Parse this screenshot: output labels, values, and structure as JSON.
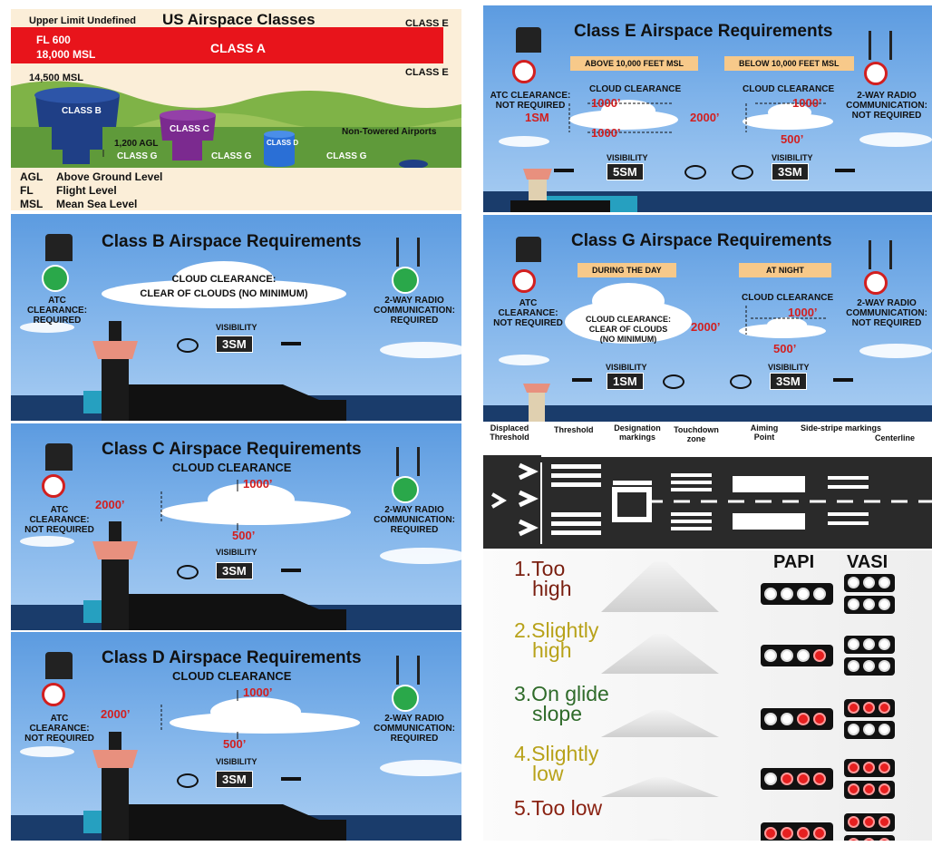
{
  "overview": {
    "title": "US Airspace Classes",
    "upper_limit": "Upper Limit Undefined",
    "class_e_top": "CLASS E",
    "class_e_mid": "CLASS E",
    "fl600": "FL 600",
    "msl18000": "18,000 MSL",
    "class_a": "CLASS A",
    "msl14500": "14,500 MSL",
    "class_b": "CLASS B",
    "class_c": "CLASS C",
    "class_d": "CLASS D",
    "class_g1": "CLASS G",
    "class_g2": "CLASS G",
    "class_g3": "CLASS G",
    "agl1200": "1,200 AGL",
    "non_towered": "Non-Towered Airports",
    "legend": [
      {
        "abbr": "AGL",
        "text": "Above Ground Level"
      },
      {
        "abbr": "FL",
        "text": "Flight Level"
      },
      {
        "abbr": "MSL",
        "text": "Mean Sea Level"
      }
    ]
  },
  "class_b": {
    "title": "Class B Airspace Requirements",
    "cloud_line1": "CLOUD CLEARANCE:",
    "cloud_line2": "CLEAR OF CLOUDS (NO MINIMUM)",
    "atc": [
      "ATC",
      "CLEARANCE:",
      "REQUIRED"
    ],
    "radio": [
      "2-WAY RADIO",
      "COMMUNICATION:",
      "REQUIRED"
    ],
    "visibility_label": "VISIBILITY",
    "visibility": "3SM"
  },
  "class_c": {
    "title": "Class C Airspace Requirements",
    "cloud_clearance": "CLOUD CLEARANCE",
    "above": "1000’",
    "below": "500’",
    "horizontal": "2000’",
    "atc": [
      "ATC",
      "CLEARANCE:",
      "NOT REQUIRED"
    ],
    "radio": [
      "2-WAY RADIO",
      "COMMUNICATION:",
      "REQUIRED"
    ],
    "visibility_label": "VISIBILITY",
    "visibility": "3SM"
  },
  "class_d": {
    "title": "Class D Airspace Requirements",
    "cloud_clearance": "CLOUD CLEARANCE",
    "above": "1000’",
    "below": "500’",
    "horizontal": "2000’",
    "atc": [
      "ATC",
      "CLEARANCE:",
      "NOT REQUIRED"
    ],
    "radio": [
      "2-WAY RADIO",
      "COMMUNICATION:",
      "REQUIRED"
    ],
    "visibility_label": "VISIBILITY",
    "visibility": "3SM"
  },
  "class_e": {
    "title": "Class E Airspace Requirements",
    "above_tag": "ABOVE 10,000 FEET MSL",
    "below_tag": "BELOW 10,000 FEET MSL",
    "cloud_clearance_left": "CLOUD CLEARANCE",
    "cloud_clearance_right": "CLOUD CLEARANCE",
    "left_above": "1000’",
    "left_below": "1000’",
    "left_horizontal": "1SM",
    "right_above": "1000’",
    "right_below": "500’",
    "right_horizontal": "2000’",
    "atc": [
      "ATC CLEARANCE:",
      "NOT REQUIRED"
    ],
    "radio": [
      "2-WAY RADIO",
      "COMMUNICATION:",
      "NOT REQUIRED"
    ],
    "visibility_label_left": "VISIBILITY",
    "visibility_left": "5SM",
    "visibility_label_right": "VISIBILITY",
    "visibility_right": "3SM"
  },
  "class_g": {
    "title": "Class G Airspace Requirements",
    "day_tag": "DURING THE DAY",
    "night_tag": "AT NIGHT",
    "day_cloud": [
      "CLOUD CLEARANCE:",
      "CLEAR OF CLOUDS",
      "(NO MINIMUM)"
    ],
    "cloud_clearance_right": "CLOUD CLEARANCE",
    "right_above": "1000’",
    "right_below": "500’",
    "right_horizontal": "2000’",
    "atc": [
      "ATC",
      "CLEARANCE:",
      "NOT REQUIRED"
    ],
    "radio": [
      "2-WAY RADIO",
      "COMMUNICATION:",
      "NOT REQUIRED"
    ],
    "visibility_label_left": "VISIBILITY",
    "visibility_left": "1SM",
    "visibility_label_right": "VISIBILITY",
    "visibility_right": "3SM"
  },
  "runway": {
    "displaced_threshold": [
      "Displaced",
      "Threshold"
    ],
    "threshold": "Threshold",
    "designation": [
      "Designation",
      "markings"
    ],
    "touchdown": [
      "Touchdown",
      "zone"
    ],
    "aiming": [
      "Aiming",
      "Point"
    ],
    "side_stripe": "Side-stripe markings",
    "centerline": "Centerline"
  },
  "glide": {
    "papi_label": "PAPI",
    "vasi_label": "VASI",
    "states": [
      {
        "line1": "1.Too",
        "line2": "high",
        "color": "#7a1f10",
        "papi": "wwww",
        "vasi_top": "www",
        "vasi_bottom": "www"
      },
      {
        "line1": "2.Slightly",
        "line2": "high",
        "color": "#b8a21a",
        "papi": "wwwr",
        "vasi_top": "www",
        "vasi_bottom": "www"
      },
      {
        "line1": "3.On glide",
        "line2": "slope",
        "color": "#2f6b2a",
        "papi": "wwrr",
        "vasi_top": "rrr",
        "vasi_bottom": "www"
      },
      {
        "line1": "4.Slightly",
        "line2": "low",
        "color": "#b8a21a",
        "papi": "wrrr",
        "vasi_top": "rrr",
        "vasi_bottom": "rrr"
      },
      {
        "line1": "5.Too low",
        "line2": "",
        "color": "#8a2212",
        "papi": "rrrr",
        "vasi_top": "rrr",
        "vasi_bottom": "rrr"
      }
    ]
  },
  "colors": {
    "class_a_red": "#e8141b",
    "sky_blue": "#6ea7e6",
    "class_b_navy": "#1f3f86",
    "class_c_purple": "#7b2a8f",
    "class_d_blue": "#2a6fd6",
    "runway_dark": "#2a2a2a"
  }
}
